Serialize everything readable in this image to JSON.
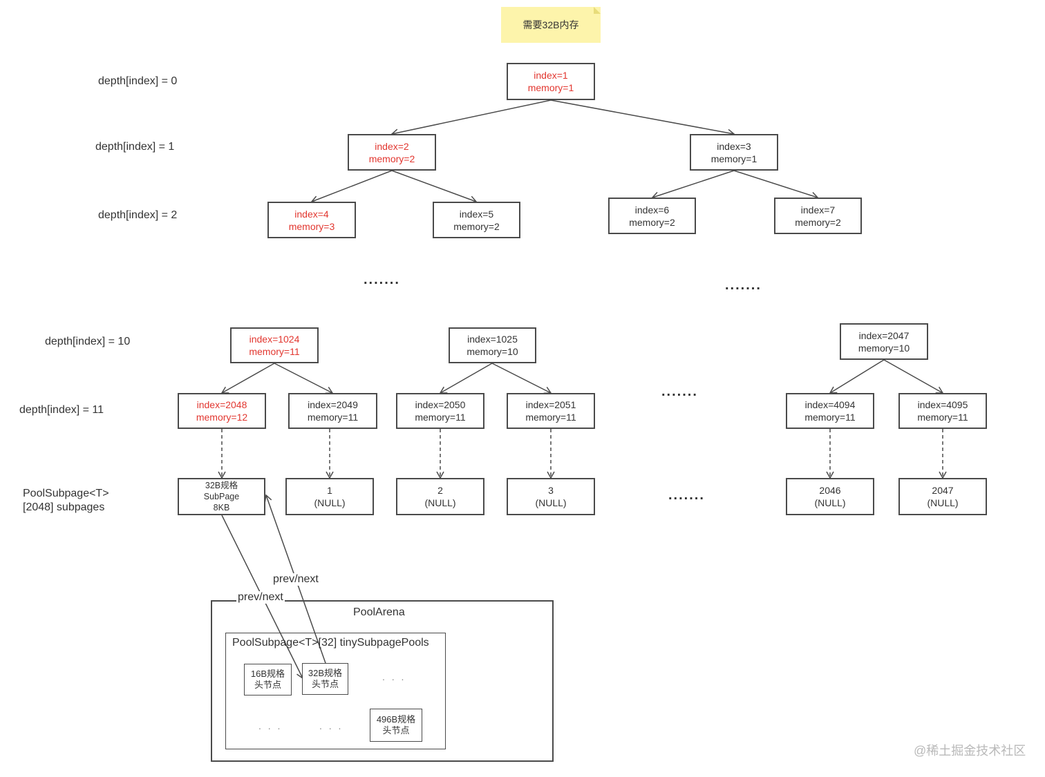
{
  "note": {
    "text": "需要32B内存"
  },
  "depth_labels": [
    "depth[index] = 0",
    "depth[index] = 1",
    "depth[index] = 2",
    "depth[index] = 10",
    "depth[index] = 11"
  ],
  "subpages_label": [
    "PoolSubpage<T>",
    "[2048] subpages"
  ],
  "nodes": {
    "n1": [
      "index=1",
      "memory=1"
    ],
    "n2": [
      "index=2",
      "memory=2"
    ],
    "n3": [
      "index=3",
      "memory=1"
    ],
    "n4": [
      "index=4",
      "memory=3"
    ],
    "n5": [
      "index=5",
      "memory=2"
    ],
    "n6": [
      "index=6",
      "memory=2"
    ],
    "n7": [
      "index=7",
      "memory=2"
    ],
    "n1024": [
      "index=1024",
      "memory=11"
    ],
    "n1025": [
      "index=1025",
      "memory=10"
    ],
    "n2047": [
      "index=2047",
      "memory=10"
    ],
    "n2048": [
      "index=2048",
      "memory=12"
    ],
    "n2049": [
      "index=2049",
      "memory=11"
    ],
    "n2050": [
      "index=2050",
      "memory=11"
    ],
    "n2051": [
      "index=2051",
      "memory=11"
    ],
    "n4094": [
      "index=4094",
      "memory=11"
    ],
    "n4095": [
      "index=4095",
      "memory=11"
    ]
  },
  "subpages": {
    "s0": [
      "32B规格",
      "SubPage",
      "8KB"
    ],
    "s1": [
      "1",
      "(NULL)"
    ],
    "s2": [
      "2",
      "(NULL)"
    ],
    "s3": [
      "3",
      "(NULL)"
    ],
    "s2046": [
      "2046",
      "(NULL)"
    ],
    "s2047": [
      "2047",
      "(NULL)"
    ]
  },
  "ellipsis": {
    "dots": ".......",
    "light": ". . ."
  },
  "links": {
    "prev_next_1": "prev/next",
    "prev_next_2": "prev/next"
  },
  "arena": {
    "title": "PoolArena",
    "inner_title": "PoolSubpage<T>[32] tinySubpagePools",
    "b16": [
      "16B规格",
      "头节点"
    ],
    "b32": [
      "32B规格",
      "头节点"
    ],
    "b496": [
      "496B规格",
      "头节点"
    ]
  },
  "watermark": "@稀土掘金技术社区",
  "colors": {
    "highlight": "#e2362f",
    "line": "#4a4a4a",
    "note_bg": "#fdf4ab"
  }
}
